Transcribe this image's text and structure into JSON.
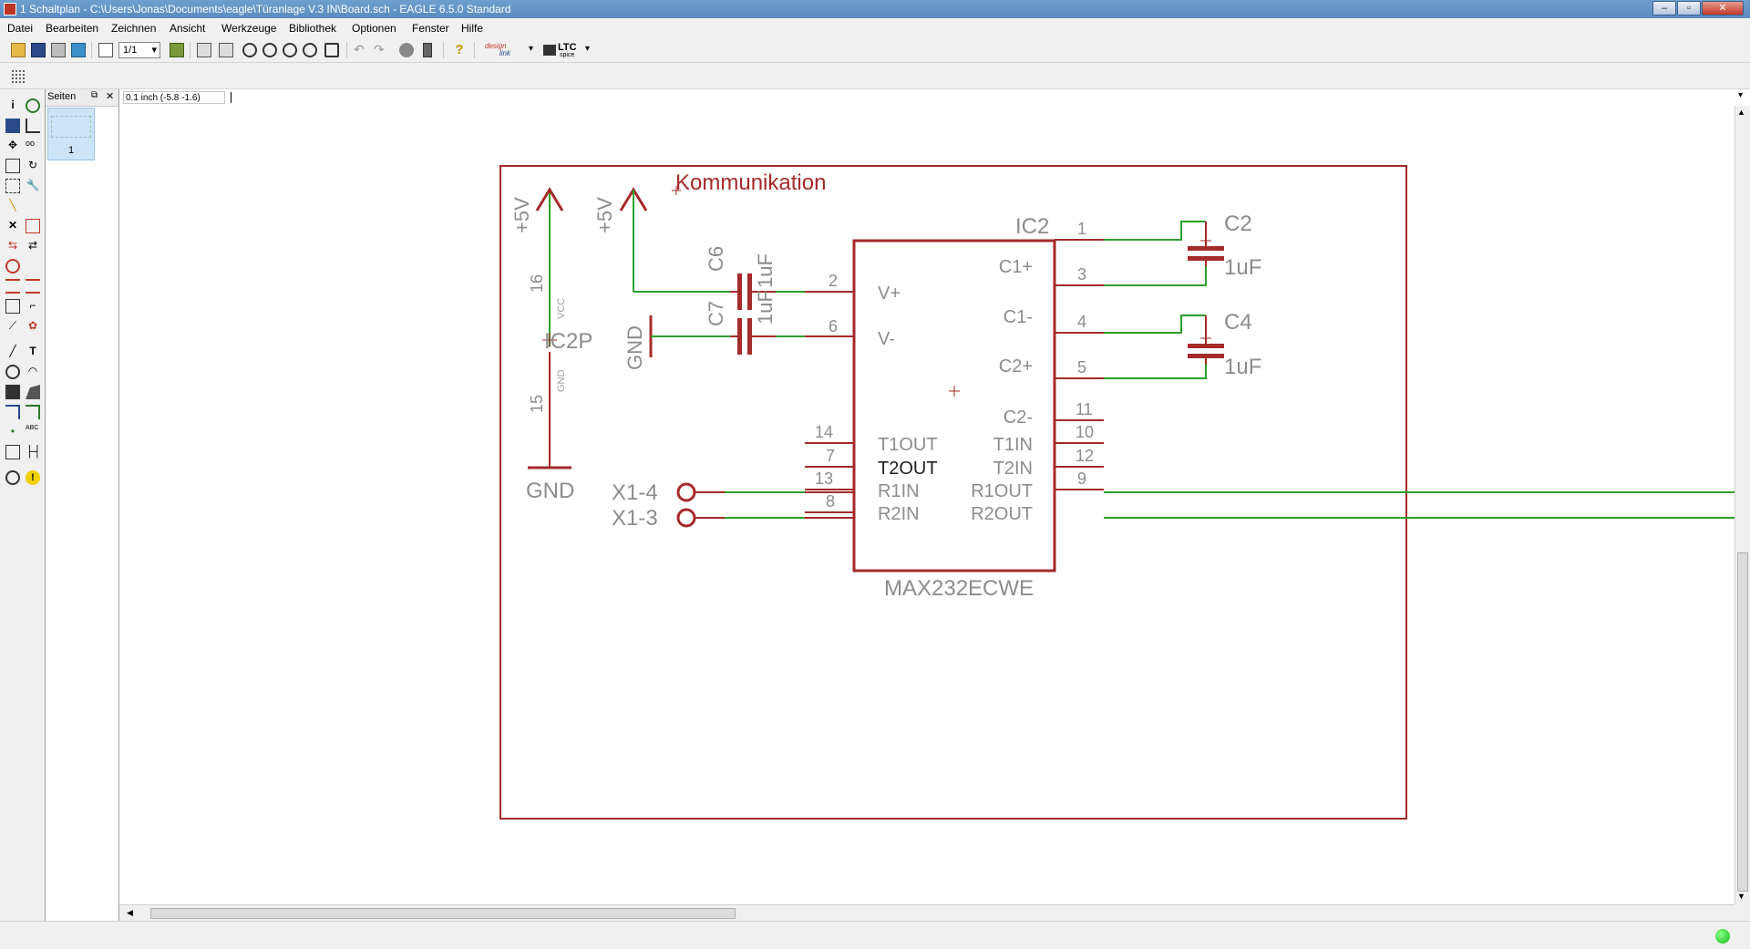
{
  "window": {
    "title": "1 Schaltplan - C:\\Users\\Jonas\\Documents\\eagle\\Türanlage V.3 IN\\Board.sch - EAGLE 6.5.0 Standard",
    "minimize_glyph": "–",
    "maximize_glyph": "▫",
    "close_glyph": "✕"
  },
  "menu": {
    "items": [
      "Datei",
      "Bearbeiten",
      "Zeichnen",
      "Ansicht",
      "Werkzeuge",
      "Bibliothek",
      "Optionen",
      "Fenster",
      "Hilfe"
    ]
  },
  "toolbar": {
    "sheet_select": "1/1",
    "design_link_line1": "design",
    "design_link_line2": "link",
    "ltc_line1": "LTC",
    "ltc_line2": "spice",
    "help_glyph": "?"
  },
  "pages_panel": {
    "title": "Seiten",
    "close_glyph": "✕",
    "page_number": "1"
  },
  "command": {
    "coordinate": "0.1 inch (-5.8 -1.6)",
    "input_value": ""
  },
  "schematic": {
    "colors": {
      "frame": "#a52a2a",
      "net": "#2ca02c",
      "label": "#8c8c8c",
      "part": "#a52a2a"
    },
    "frame_title": "Kommunikation",
    "ic": {
      "name": "IC2",
      "value": "MAX232ECWE",
      "pins_left": [
        {
          "num": "2",
          "name": "V+"
        },
        {
          "num": "6",
          "name": "V-"
        },
        {
          "num": "14",
          "name": "T1OUT"
        },
        {
          "num": "7",
          "name": "T2OUT"
        },
        {
          "num": "13",
          "name": "R1IN"
        },
        {
          "num": "8",
          "name": "R2IN"
        }
      ],
      "pins_right": [
        {
          "num": "1",
          "name": "C1+"
        },
        {
          "num": "3",
          "name": "C1-"
        },
        {
          "num": "4",
          "name": "C2+"
        },
        {
          "num": "5",
          "name": "C2-"
        },
        {
          "num": "11",
          "name": "T1IN"
        },
        {
          "num": "10",
          "name": "T2IN"
        },
        {
          "num": "12",
          "name": "R1OUT"
        },
        {
          "num": "9",
          "name": "R2OUT"
        }
      ]
    },
    "power_part": {
      "name": "IC2P",
      "supply": "+5V",
      "ground": "GND",
      "pin_top": "16",
      "pin_top_name": "VCC",
      "pin_bottom": "15",
      "pin_bottom_name": "GND"
    },
    "supply2": "+5V",
    "gnd2": "GND",
    "capacitors": [
      {
        "name": "C6",
        "value": "1uF"
      },
      {
        "name": "C7",
        "value": "1uF"
      },
      {
        "name": "C2",
        "value": "1uF"
      },
      {
        "name": "C4",
        "value": "1uF"
      }
    ],
    "connectors": [
      {
        "label": "X1-4"
      },
      {
        "label": "X1-3"
      }
    ]
  }
}
